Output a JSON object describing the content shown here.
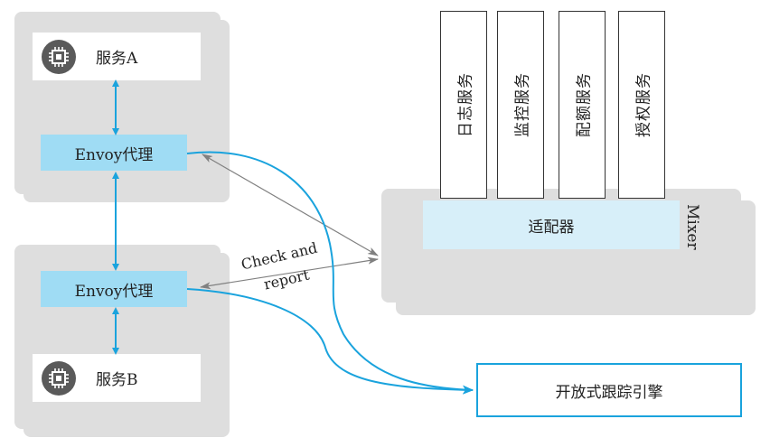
{
  "pod_a": {
    "service_label": "服务A",
    "service_icon": "cpu-chip-icon",
    "proxy_label": "Envoy代理"
  },
  "pod_b": {
    "service_label": "服务B",
    "service_icon": "cpu-chip-icon",
    "proxy_label": "Envoy代理"
  },
  "backends": [
    {
      "label": "日志服务"
    },
    {
      "label": "监控服务"
    },
    {
      "label": "配额服务"
    },
    {
      "label": "授权服务"
    }
  ],
  "mixer": {
    "title": "Mixer",
    "adapter_label": "适配器"
  },
  "edge_label": {
    "line1": "Check and",
    "line2": "report"
  },
  "tracing": {
    "label": "开放式跟踪引擎"
  },
  "colors": {
    "panel": "#dedede",
    "proxy": "#9fdcf4",
    "adapter": "#d7eff9",
    "accent_blue": "#1aa3dd",
    "gray_arrow": "#808080",
    "icon_dark": "#5a5a5a"
  }
}
